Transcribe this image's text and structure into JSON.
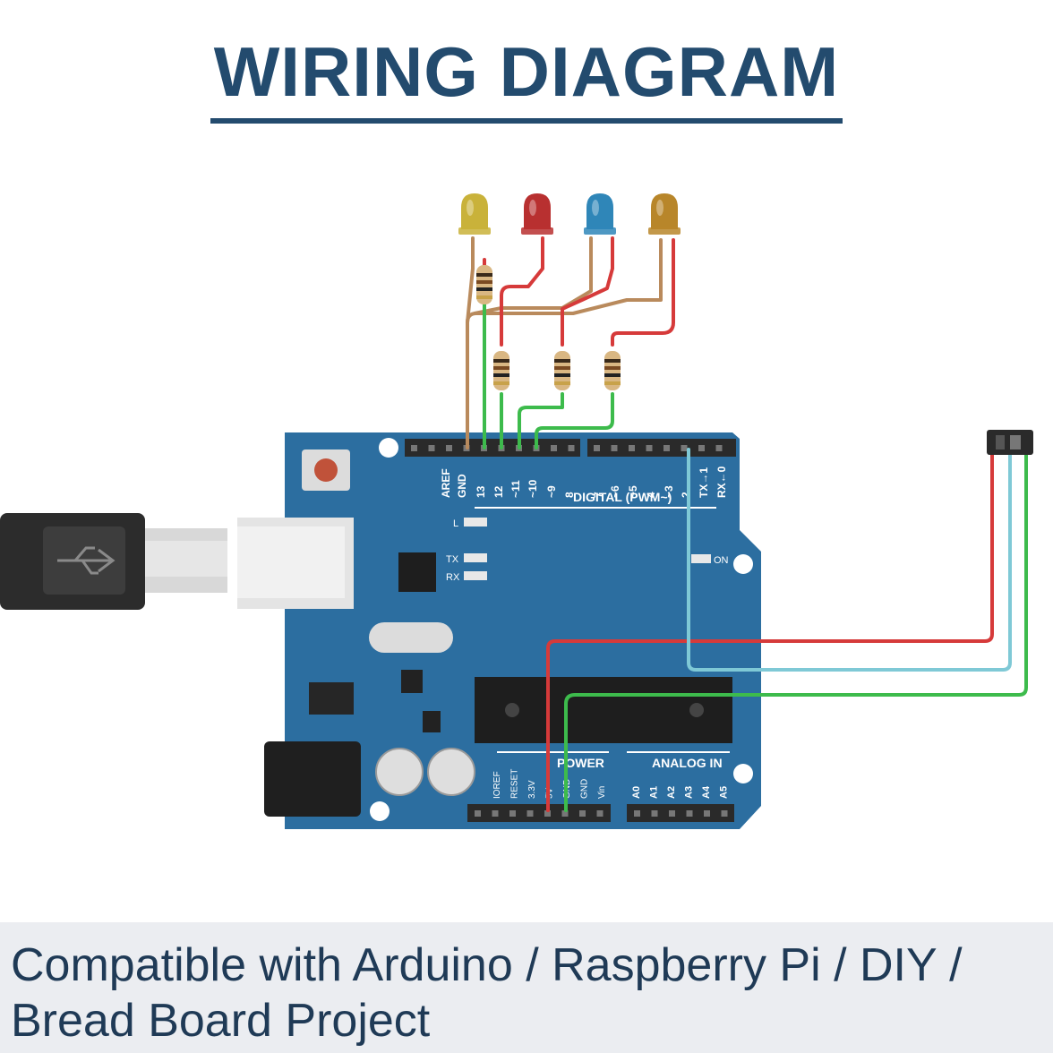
{
  "title": "WIRING DIAGRAM",
  "board": {
    "header_labels": [
      "AREF",
      "GND",
      "13",
      "12",
      "~11",
      "~10",
      "~9",
      "8",
      "7",
      "~6",
      "~5",
      "4",
      "~3",
      "2",
      "TX→1",
      "RX←0"
    ],
    "digital_label": "DIGITAL (PWM~)",
    "led_l": "L",
    "led_tx": "TX",
    "led_rx": "RX",
    "led_on": "ON",
    "power_label": "POWER",
    "analog_label": "ANALOG IN",
    "power_pins": [
      "IOREF",
      "RESET",
      "3.3V",
      "5V",
      "GND",
      "GND",
      "Vin"
    ],
    "analog_pins": [
      "A0",
      "A1",
      "A2",
      "A3",
      "A4",
      "A5"
    ]
  },
  "leds": [
    {
      "color": "#c9b23a"
    },
    {
      "color": "#b83030"
    },
    {
      "color": "#2f86b8"
    },
    {
      "color": "#b8862a"
    }
  ],
  "wires": {
    "red": "#d63a3a",
    "green": "#3dbb4c",
    "brown": "#b98a5c",
    "cyan": "#7fc9d6"
  },
  "footer": {
    "line1": "Compatible with Arduino / Raspberry Pi / DIY /",
    "line2": "Bread Board Project"
  }
}
